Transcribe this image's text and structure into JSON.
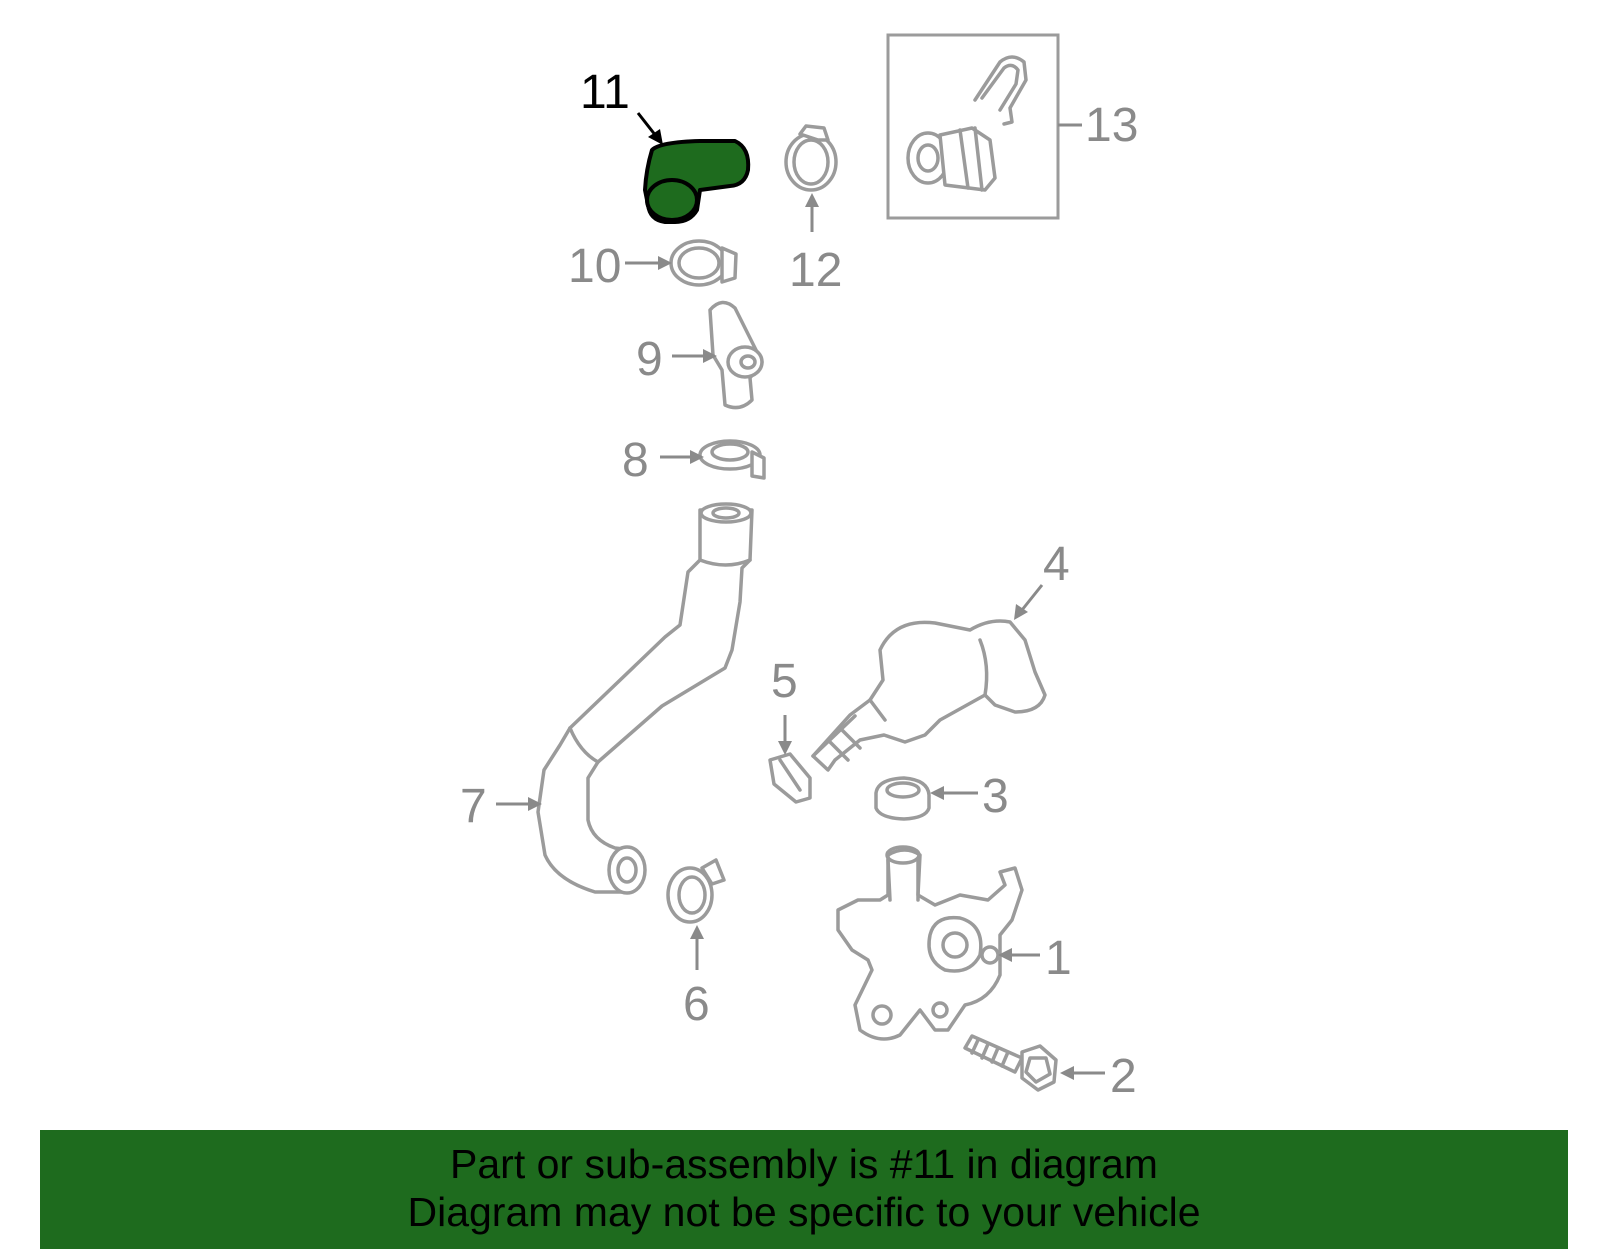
{
  "diagram": {
    "selected_callout": "11",
    "highlight_color": "#1e6b1e",
    "part_color": "#9b9b9b",
    "callouts": {
      "c1": "1",
      "c2": "2",
      "c3": "3",
      "c4": "4",
      "c5": "5",
      "c6": "6",
      "c7": "7",
      "c8": "8",
      "c9": "9",
      "c10": "10",
      "c11": "11",
      "c12": "12",
      "c13": "13"
    }
  },
  "banner": {
    "line1": "Part or sub-assembly is #11 in diagram",
    "line2": "Diagram may not be specific to your vehicle",
    "background": "#1e6b1e"
  }
}
